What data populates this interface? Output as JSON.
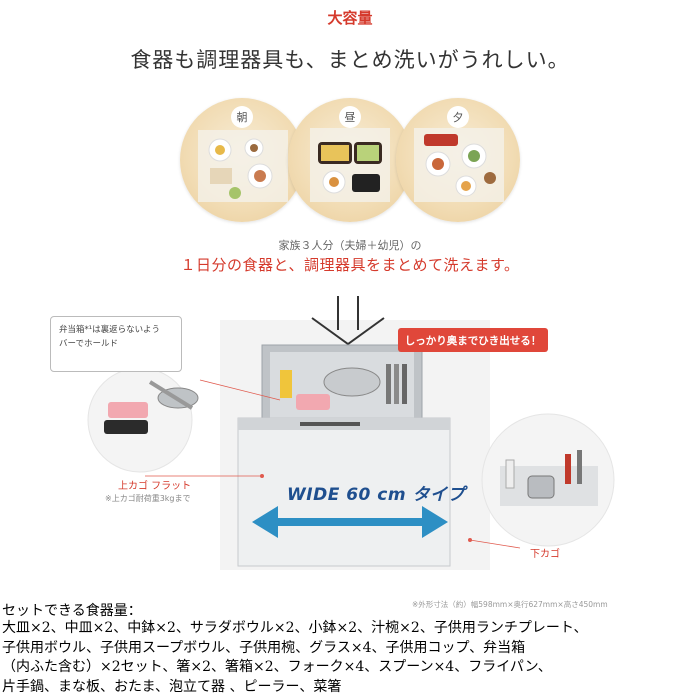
{
  "badge": "大容量",
  "headline": "食器も調理器具も、まとめ洗いがうれしい。",
  "meals": [
    {
      "label": "朝"
    },
    {
      "label": "昼"
    },
    {
      "label": "夕"
    }
  ],
  "subline1": "家族３人分（夫婦＋幼児）の",
  "subline2": "１日分の食器と、調理器具をまとめて洗えます。",
  "callout_bubble_line1": "弁当箱*¹は裏返らないよう",
  "callout_bubble_line2": "バーでホールド",
  "callout_red": "しっかり奥までひき出せる！",
  "upper_basket_label": "上カゴ フラット",
  "upper_basket_note": "※上カゴ耐荷重3kgまで",
  "wide_label": "WIDE 60 cm タイプ",
  "lower_basket_label": "下カゴ",
  "dimension_note": "※外形寸法（約）幅598mm×奥行627mm×高さ450mm",
  "items_title": "セットできる食器量：",
  "items_body": "大皿×2、中皿×2、中鉢×2、サラダボウル×2、小鉢×2、汁椀×2、子供用ランチプレート、\n子供用ボウル、子供用スープボウル、子供用椀、グラス×4、子供用コップ、弁当箱\n（内ふた含む）×2セット、箸×2、箸箱×2、フォーク×4、スプーン×4、フライパン、\n片手鍋、まな板、おたま、泡立て器 、ピーラー、菜箸",
  "colors": {
    "accent": "#d53a2c",
    "wide_blue": "#1f4f8f"
  }
}
